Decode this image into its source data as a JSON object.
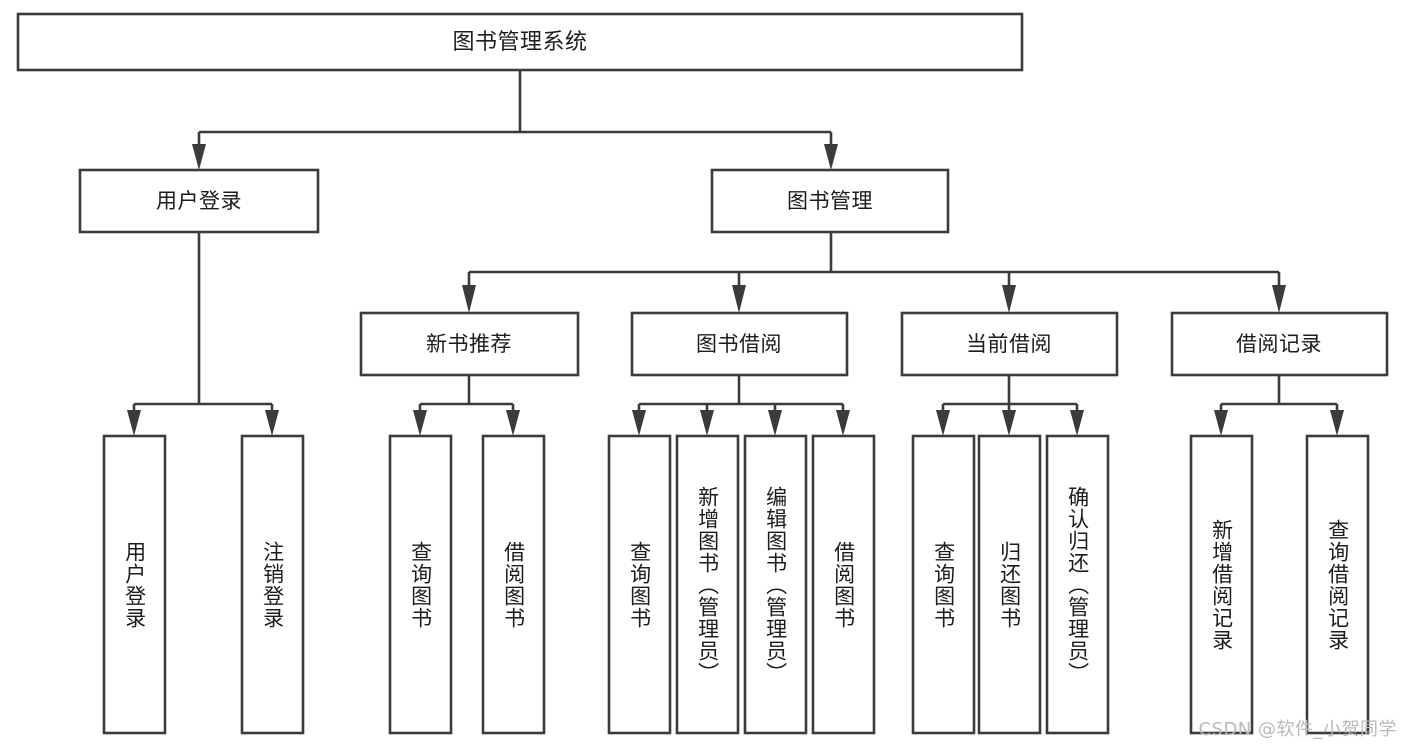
{
  "diagram": {
    "type": "tree",
    "title": "图书管理系统",
    "orientation": "top-down",
    "root": {
      "id": "root",
      "label": "图书管理系统",
      "level": 1
    },
    "level2": [
      {
        "id": "user-login",
        "label": "用户登录",
        "level": 2
      },
      {
        "id": "book-management",
        "label": "图书管理",
        "level": 2
      }
    ],
    "level3": [
      {
        "id": "new-book-recommend",
        "label": "新书推荐",
        "level": 3,
        "parent": "book-management"
      },
      {
        "id": "book-borrow",
        "label": "图书借阅",
        "level": 3,
        "parent": "book-management"
      },
      {
        "id": "current-borrow",
        "label": "当前借阅",
        "level": 3,
        "parent": "book-management"
      },
      {
        "id": "borrow-record",
        "label": "借阅记录",
        "level": 3,
        "parent": "book-management"
      }
    ],
    "leaves": [
      {
        "id": "leaf-user-login",
        "label": "用户登录",
        "parent": "user-login"
      },
      {
        "id": "leaf-logout",
        "label": "注销登录",
        "parent": "user-login"
      },
      {
        "id": "leaf-query-book-1",
        "label": "查询图书",
        "parent": "new-book-recommend"
      },
      {
        "id": "leaf-borrow-book-1",
        "label": "借阅图书",
        "parent": "new-book-recommend"
      },
      {
        "id": "leaf-query-book-2",
        "label": "查询图书",
        "parent": "book-borrow"
      },
      {
        "id": "leaf-add-book",
        "label": "新增图书（管理员）",
        "parent": "book-borrow"
      },
      {
        "id": "leaf-edit-book",
        "label": "编辑图书（管理员）",
        "parent": "book-borrow"
      },
      {
        "id": "leaf-borrow-book-2",
        "label": "借阅图书",
        "parent": "book-borrow"
      },
      {
        "id": "leaf-query-book-3",
        "label": "查询图书",
        "parent": "current-borrow"
      },
      {
        "id": "leaf-return-book",
        "label": "归还图书",
        "parent": "current-borrow"
      },
      {
        "id": "leaf-confirm-return",
        "label": "确认归还（管理员）",
        "parent": "current-borrow"
      },
      {
        "id": "leaf-add-record",
        "label": "新增借阅记录",
        "parent": "borrow-record"
      },
      {
        "id": "leaf-query-record",
        "label": "查询借阅记录",
        "parent": "borrow-record"
      }
    ],
    "colors": {
      "box_stroke": "#3b3b3b",
      "box_fill": "#ffffff",
      "connector": "#3b3b3b",
      "text": "#1c1c1c",
      "background": "#ffffff",
      "watermark": "#b9b9b9"
    }
  },
  "watermark": {
    "text": "CSDN @软件_小贺同学"
  }
}
